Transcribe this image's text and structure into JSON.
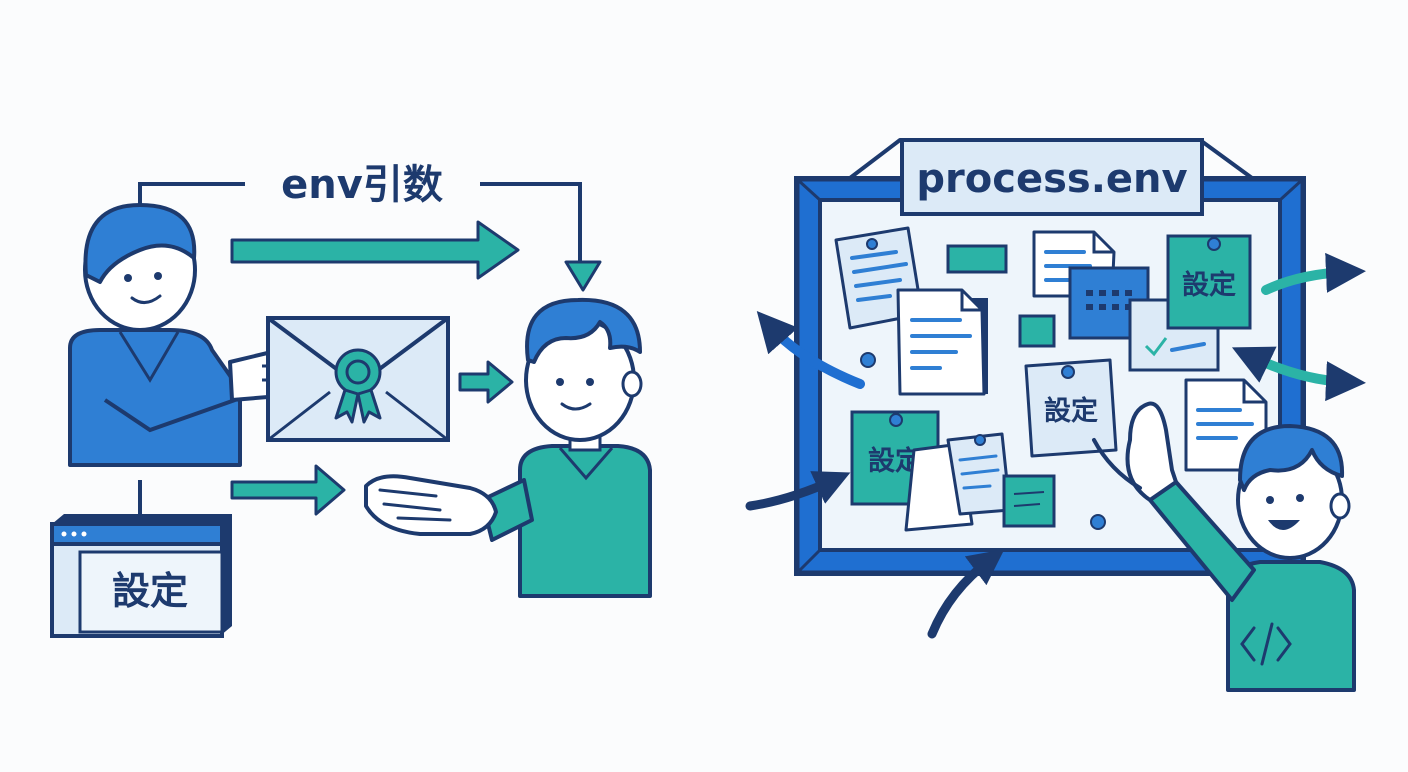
{
  "left_panel": {
    "title": "env引数",
    "settings_label": "設定"
  },
  "right_panel": {
    "banner": "process.env",
    "note_labels": [
      "設定",
      "設定",
      "設定"
    ]
  },
  "colors": {
    "navy": "#1d3a6e",
    "blue": "#2f7fd4",
    "light_blue": "#dceaf7",
    "teal": "#2bb3a6",
    "board_blue": "#1f6fd1",
    "background": "#fbfcfd"
  }
}
